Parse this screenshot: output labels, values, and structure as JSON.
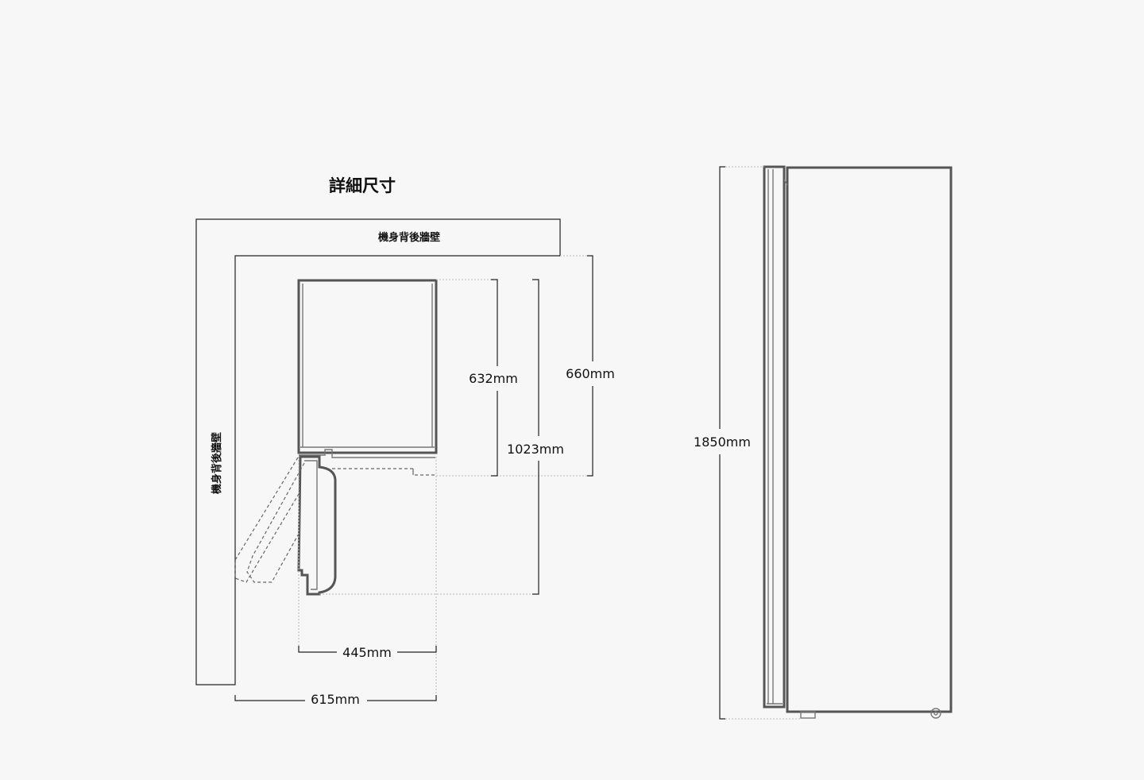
{
  "title": "詳細尺寸",
  "wall_label_top": "機身背後牆壁",
  "wall_label_side": "機身背後牆壁",
  "dimensions": {
    "depth_body": "632mm",
    "depth_with_wall": "660mm",
    "depth_door_open": "1023mm",
    "width_body": "445mm",
    "width_with_wall": "615mm",
    "height": "1850mm"
  }
}
